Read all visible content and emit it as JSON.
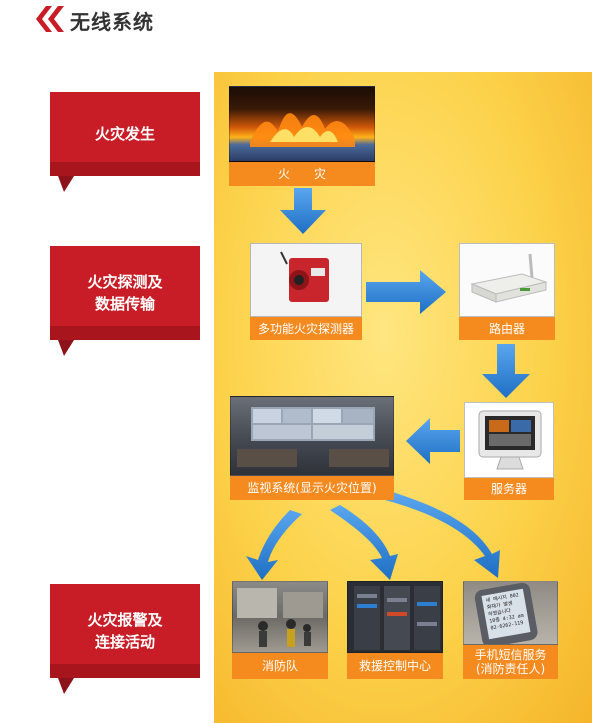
{
  "header": {
    "title": "无线系统"
  },
  "stages": [
    {
      "line1": "火灾发生",
      "line2": ""
    },
    {
      "line1": "火灾探测及",
      "line2": "数据传输"
    },
    {
      "line1": "火灾报警及",
      "line2": "连接活动"
    }
  ],
  "nodes": {
    "fire": "火　　灾",
    "detector": "多功能火灾探测器",
    "router": "路由器",
    "server": "服务器",
    "monitor": "监视系统(显示火灾位置)",
    "fire_brigade": "消防队",
    "rescue_center": "救援控制中心",
    "sms_line1": "手机短信服务",
    "sms_line2": "(消防责任人)"
  },
  "phone_screen": [
    "새 메시지 002",
    "화재가 발생",
    "하였습니다",
    "10층 4:32 am",
    "02-6262-119"
  ],
  "colors": {
    "panel": "#fcd24a",
    "label": "#f58a1f",
    "arrow": "#2f83d6",
    "tag": "#c81d26"
  }
}
